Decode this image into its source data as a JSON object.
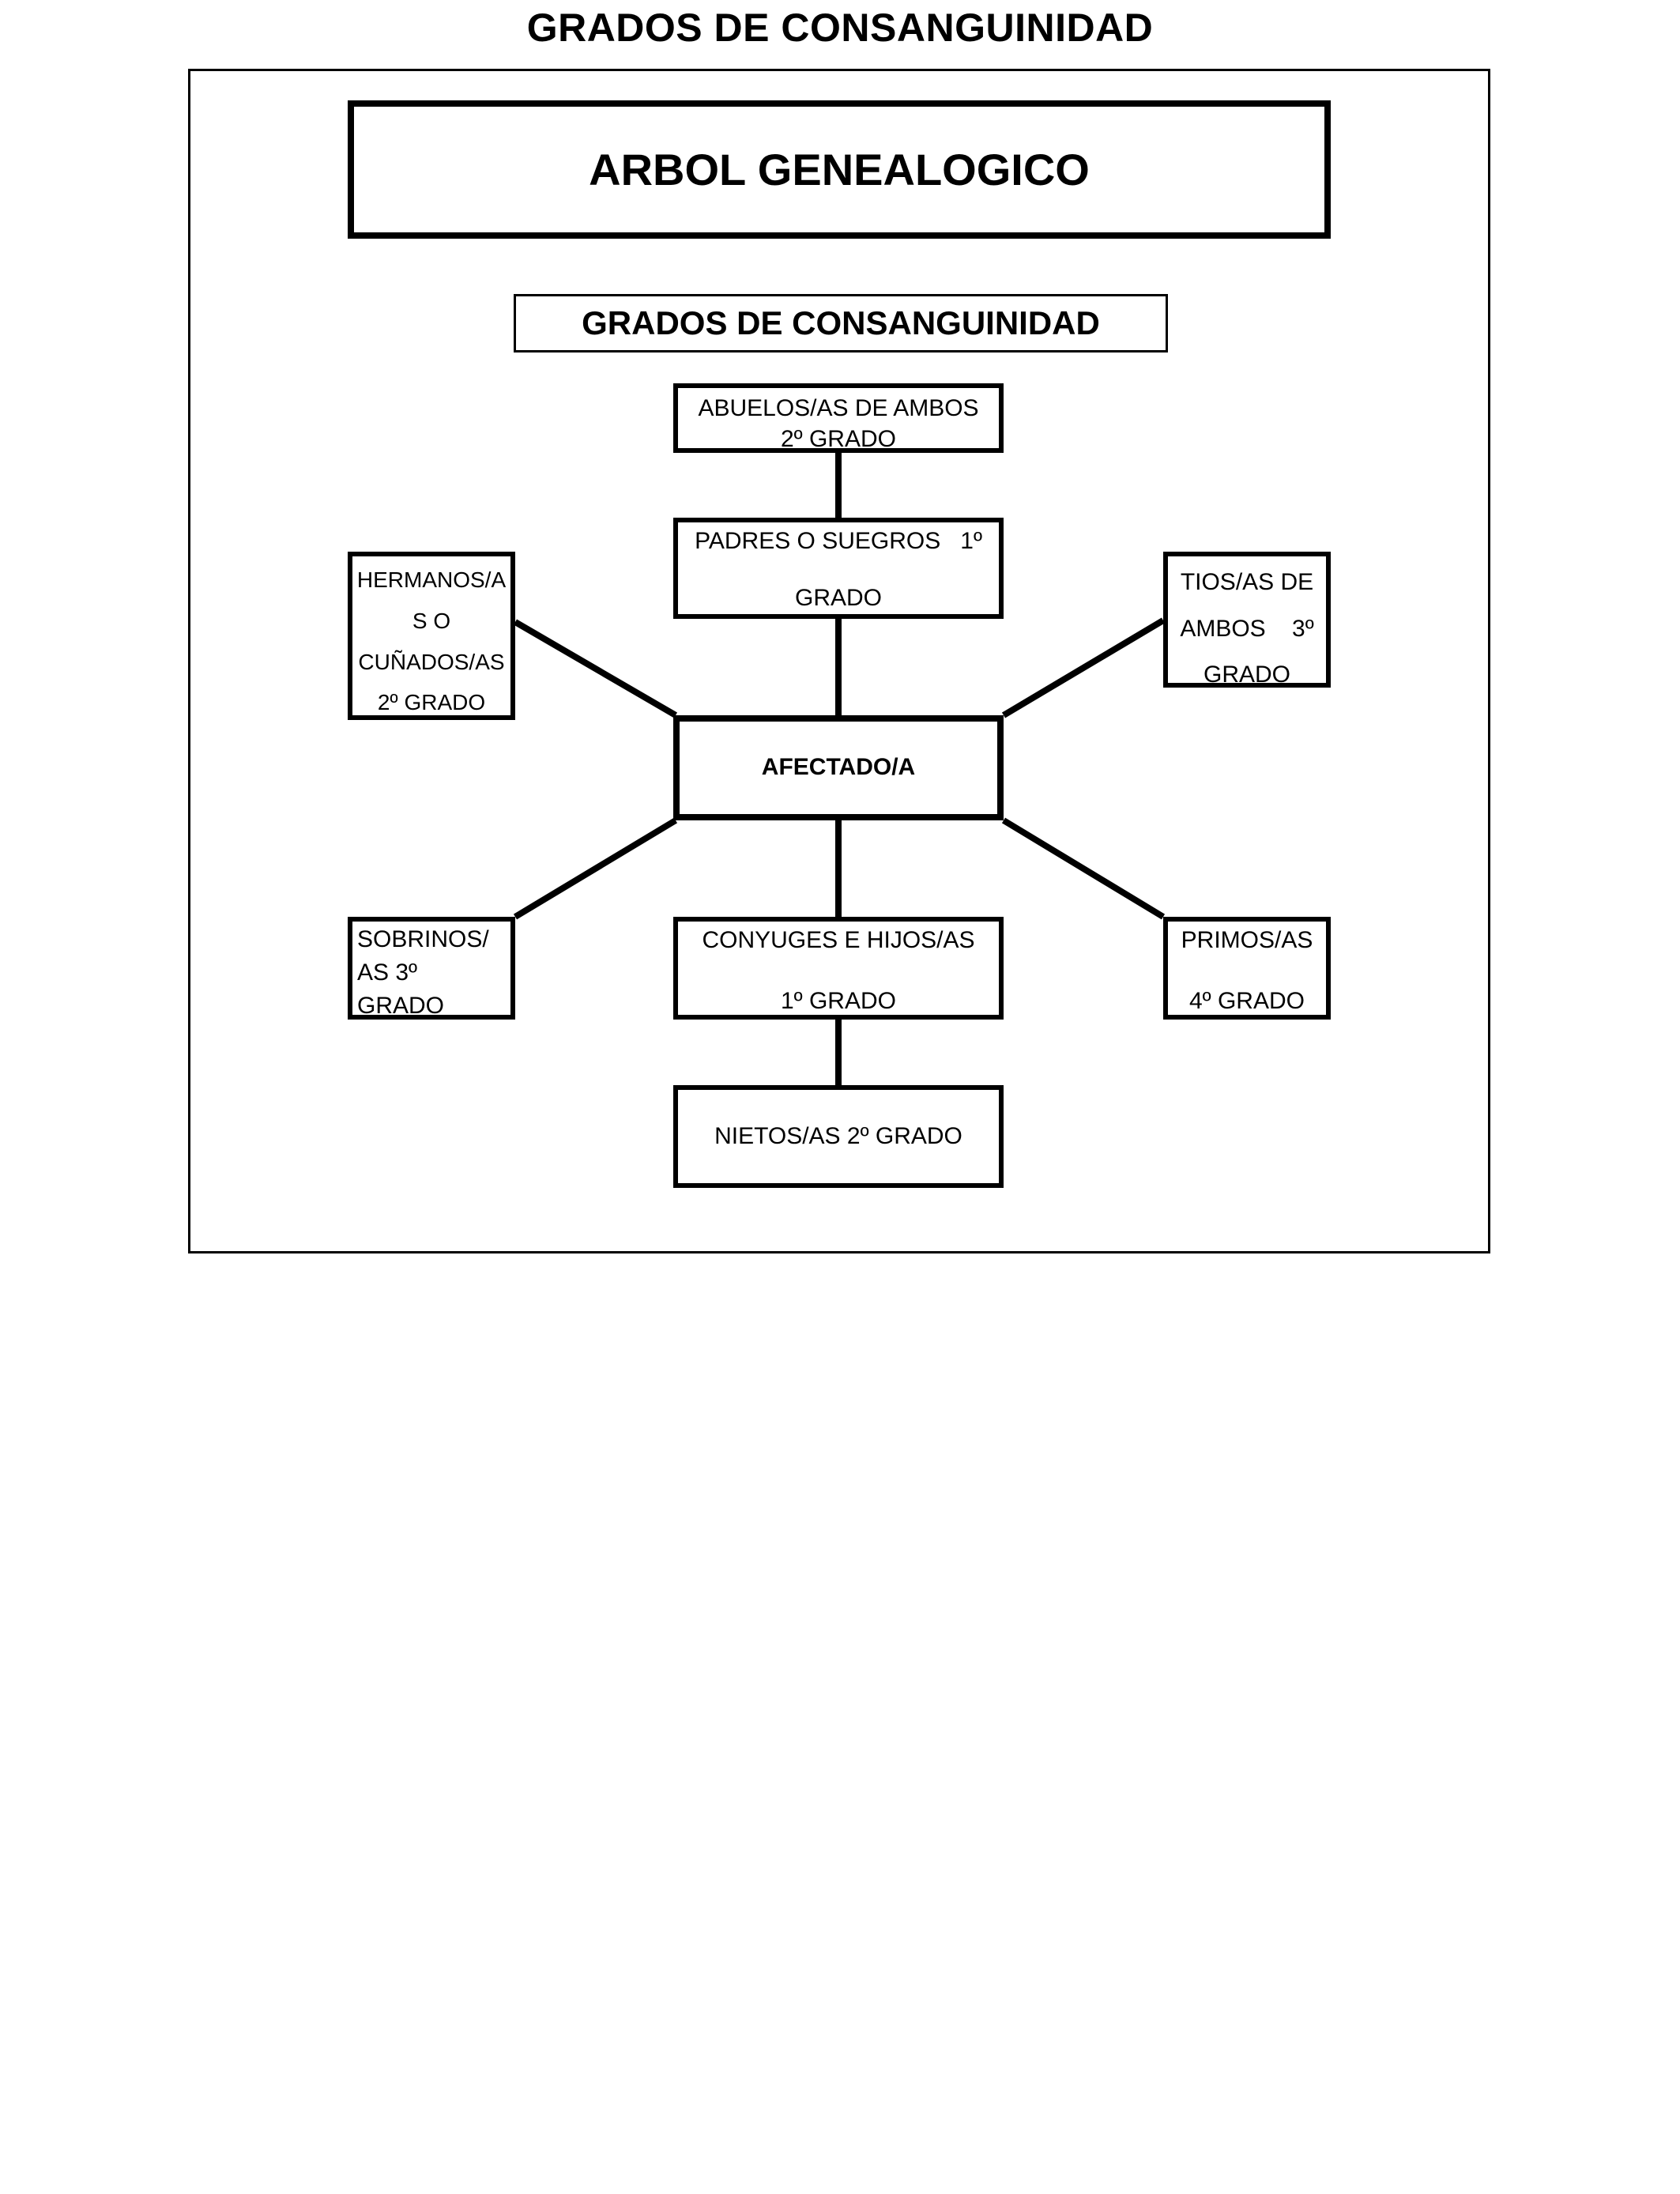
{
  "page_title": "GRADOS DE CONSANGUINIDAD",
  "diagram": {
    "main_title": "ARBOL GENEALOGICO",
    "subtitle": "GRADOS DE CONSANGUINIDAD",
    "nodes": {
      "abuelos": {
        "line1": "ABUELOS/AS DE AMBOS",
        "line2": "2º GRADO"
      },
      "padres": {
        "line1": "PADRES O SUEGROS   1º",
        "line2": "GRADO"
      },
      "hermanos": {
        "line1": "HERMANOS/A",
        "line2": "S O",
        "line3": "CUÑADOS/AS",
        "line4": "2º GRADO"
      },
      "tios": {
        "line1": "TIOS/AS DE",
        "line2": "AMBOS    3º",
        "line3": "GRADO"
      },
      "afectado": {
        "label": "AFECTADO/A"
      },
      "sobrinos": {
        "line1": "SOBRINOS/",
        "line2": "AS 3º",
        "line3": "GRADO"
      },
      "conyuges": {
        "line1": "CONYUGES E HIJOS/AS",
        "line2": "1º GRADO"
      },
      "primos": {
        "line1": "PRIMOS/AS",
        "line2": "4º GRADO"
      },
      "nietos": {
        "label": "NIETOS/AS 2º GRADO"
      }
    }
  }
}
